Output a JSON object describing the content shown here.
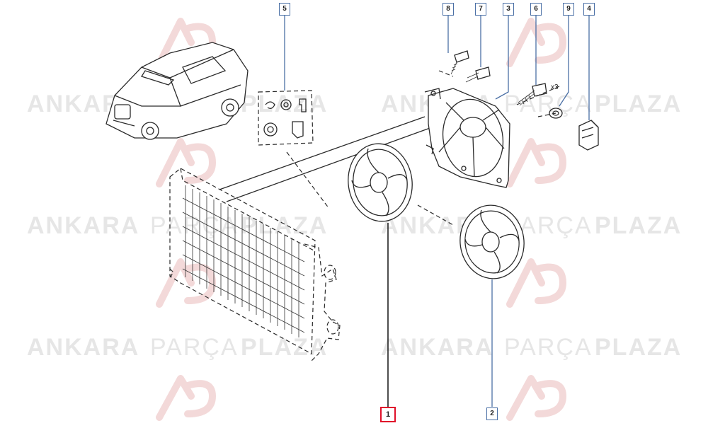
{
  "watermark": {
    "word1": "ANKARA",
    "word2": "PARÇA",
    "word3": "PLAZA",
    "logo": "ap-logo-icon"
  },
  "callouts": {
    "c1": "1",
    "c2": "2",
    "c3": "3",
    "c4": "4",
    "c5": "5",
    "c6": "6",
    "c7": "7",
    "c8": "8",
    "c9": "9"
  },
  "quantity_note": "x3",
  "colors": {
    "highlight": "#e0102a",
    "callout_border": "#4a6fa5",
    "watermark_text": "#e6e6e6",
    "watermark_logo": "#f3d9d9"
  }
}
